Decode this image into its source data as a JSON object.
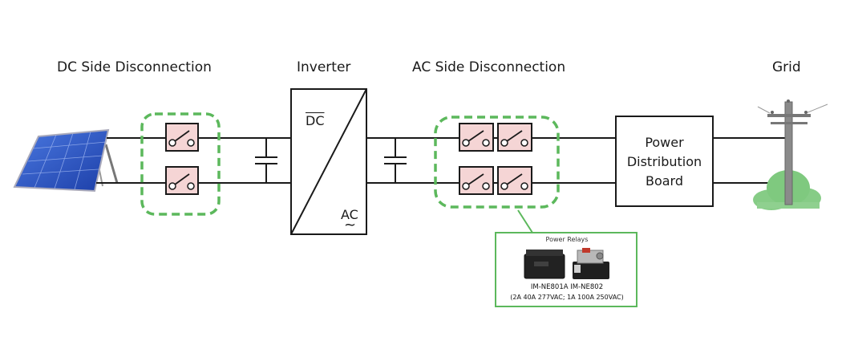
{
  "labels": {
    "dc_side": "DC Side Disconnection",
    "inverter": "Inverter",
    "ac_side": "AC Side Disconnection",
    "grid": "Grid"
  },
  "inverter": {
    "dc": "DC",
    "ac": "AC",
    "ac_symbol": "~"
  },
  "distribution_board": "Power Distribution Board",
  "relays": {
    "title": "Power Relays",
    "models": "IM-NE801A IM-NE802",
    "specs": "(2A 40A 277VAC; 1A 100A 250VAC)"
  },
  "colors": {
    "dashed_border": "#5cb85c",
    "callout_border": "#5cb85c",
    "switch_fill": "#f5d5d5",
    "line": "#1a1a1a",
    "panel_blue": "#2c55c8",
    "bush": "#7fc97f"
  }
}
